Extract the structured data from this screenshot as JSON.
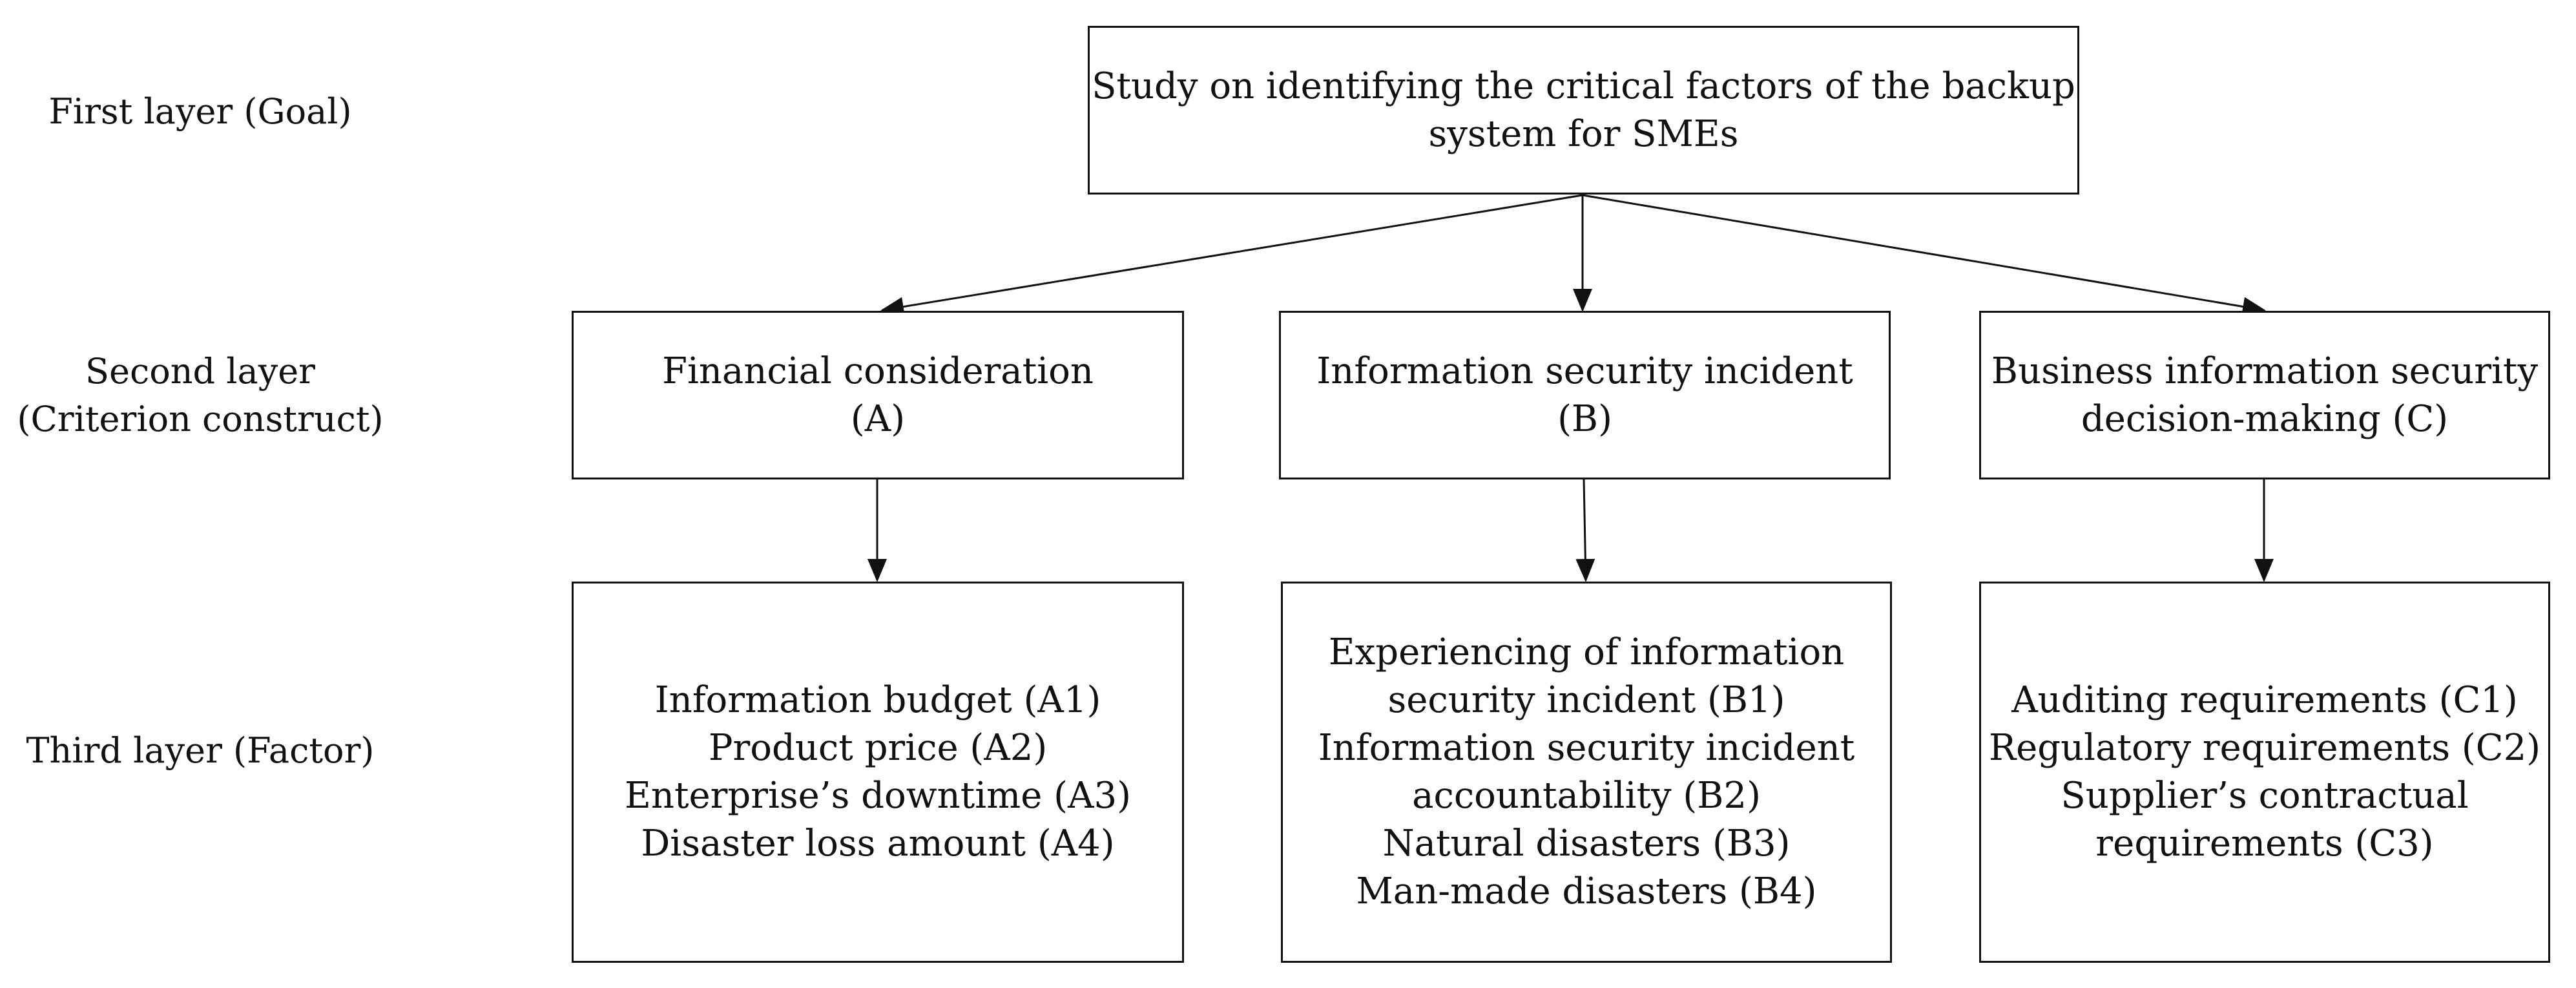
{
  "layer_labels": {
    "first": [
      "First layer (Goal)"
    ],
    "second": [
      "Second layer",
      "(Criterion construct)"
    ],
    "third": [
      "Third layer (Factor)"
    ]
  },
  "goal": {
    "lines": [
      "Study on identifying the critical factors of the backup",
      "system for SMEs"
    ]
  },
  "criteria": [
    {
      "id": "A",
      "lines": [
        "Financial consideration",
        "(A)"
      ]
    },
    {
      "id": "B",
      "lines": [
        "Information security incident",
        "(B)"
      ]
    },
    {
      "id": "C",
      "lines": [
        "Business information security",
        "decision-making (C)"
      ]
    }
  ],
  "factors": [
    {
      "group": "A",
      "lines": [
        "Information budget (A1)",
        "Product price (A2)",
        "Enterprise’s downtime (A3)",
        "Disaster loss amount (A4)"
      ]
    },
    {
      "group": "B",
      "lines": [
        "Experiencing of information",
        "security incident (B1)",
        "Information security incident",
        "accountability (B2)",
        "Natural disasters (B3)",
        "Man-made disasters (B4)"
      ]
    },
    {
      "group": "C",
      "lines": [
        "Auditing requirements (C1)",
        "Regulatory requirements (C2)",
        "Supplier’s contractual",
        "requirements (C3)"
      ]
    }
  ]
}
